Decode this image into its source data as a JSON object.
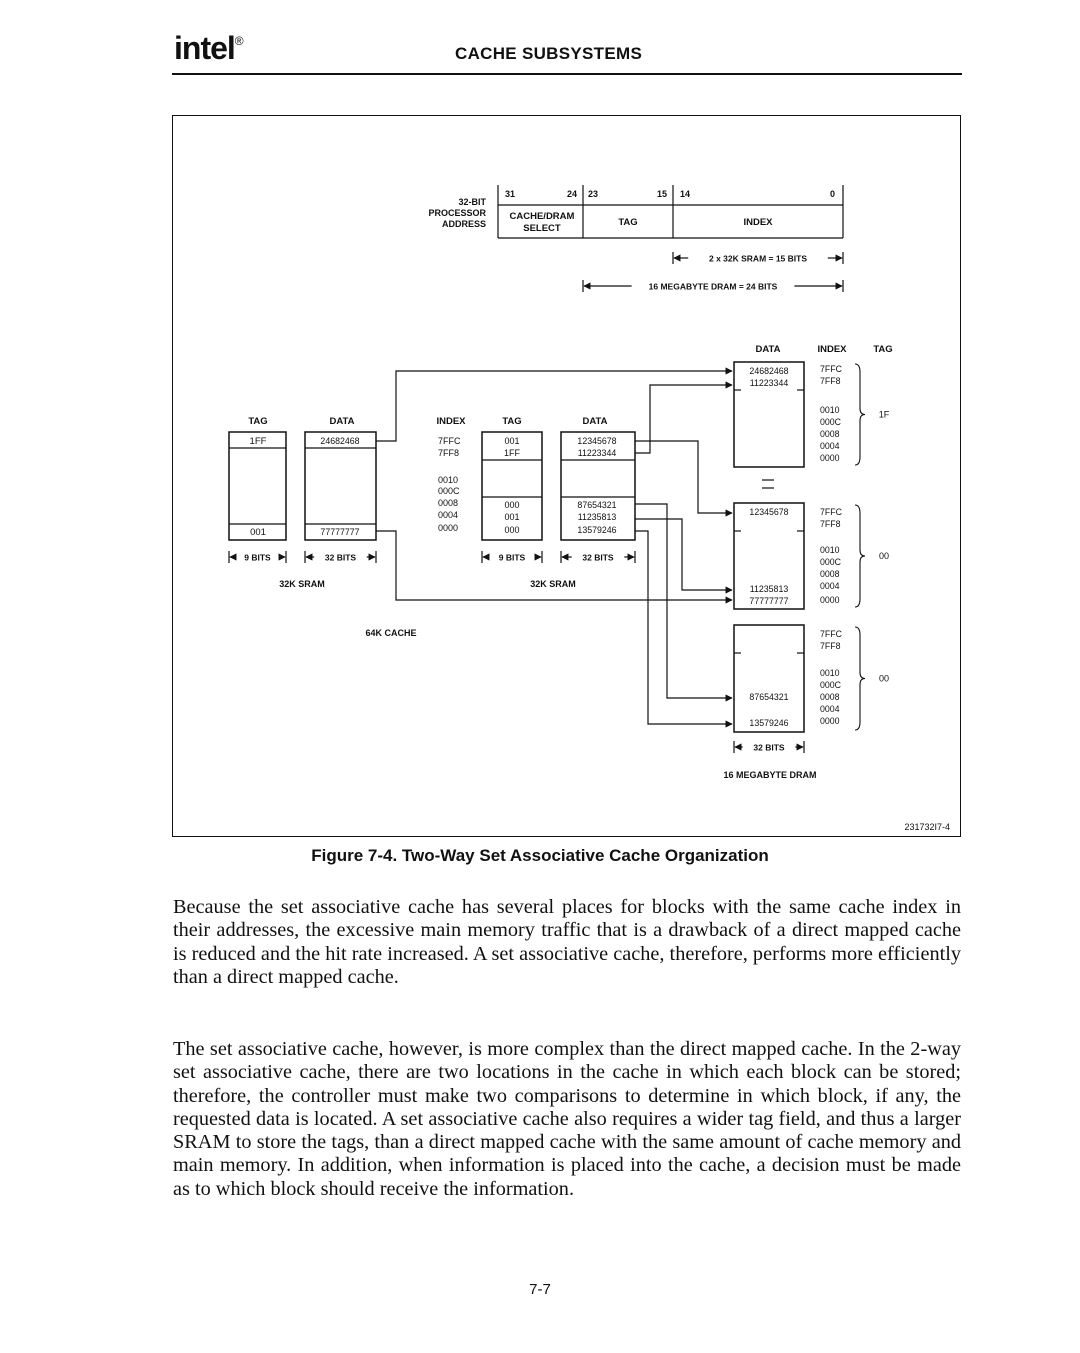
{
  "header": {
    "logo_text": "intel",
    "logo_mark": "®",
    "title": "CACHE SUBSYSTEMS"
  },
  "figure": {
    "caption": "Figure 7-4. Two-Way Set Associative Cache Organization",
    "figure_id": "231732I7-4",
    "address": {
      "label_lines": [
        "32-BIT",
        "PROCESSOR",
        "ADDRESS"
      ],
      "bit_numbers": [
        "31",
        "24",
        "23",
        "15",
        "14",
        "0"
      ],
      "field_select": [
        "CACHE/DRAM",
        "SELECT"
      ],
      "field_tag": "TAG",
      "field_index": "INDEX",
      "sram_span": "2 x 32K SRAM = 15 BITS",
      "dram_span": "16 MEGABYTE DRAM = 24 BITS"
    },
    "cache": {
      "label": "64K CACHE",
      "way1": {
        "tag_header": "TAG",
        "data_header": "DATA",
        "tags": [
          "1FF",
          "001"
        ],
        "data": [
          "24682468",
          "77777777"
        ],
        "tag_bits": "9 BITS",
        "data_bits": "32 BITS",
        "sram_label": "32K SRAM"
      },
      "index_header": "INDEX",
      "indexes": [
        "7FFC",
        "7FF8",
        "0010",
        "000C",
        "0008",
        "0004",
        "0000"
      ],
      "way2": {
        "tag_header": "TAG",
        "data_header": "DATA",
        "tags": [
          "001",
          "1FF",
          "000",
          "001",
          "000"
        ],
        "data": [
          "12345678",
          "11223344",
          "87654321",
          "11235813",
          "13579246"
        ],
        "tag_bits": "9 BITS",
        "data_bits": "32 BITS",
        "sram_label": "32K SRAM"
      }
    },
    "dram": {
      "headers": [
        "DATA",
        "INDEX",
        "TAG"
      ],
      "block1": {
        "data": [
          "24682468",
          "11223344"
        ],
        "indexes": [
          "7FFC",
          "7FF8",
          "0010",
          "000C",
          "0008",
          "0004",
          "0000"
        ],
        "tag": "1F"
      },
      "block2": {
        "data": [
          "12345678",
          "11235813",
          "77777777"
        ],
        "indexes": [
          "7FFC",
          "7FF8",
          "0010",
          "000C",
          "0008",
          "0004",
          "0000"
        ],
        "tag": "00"
      },
      "block3": {
        "data": [
          "87654321",
          "13579246"
        ],
        "indexes": [
          "7FFC",
          "7FF8",
          "0010",
          "000C",
          "0008",
          "0004",
          "0000"
        ],
        "tag": "00"
      },
      "bits": "32 BITS",
      "label": "16 MEGABYTE DRAM"
    }
  },
  "body": {
    "paragraph1": "Because the set associative cache has several places for blocks with the same cache index in their addresses, the excessive main memory traffic that is a drawback of a direct mapped cache is reduced and the hit rate increased. A set associative cache, therefore, performs more efficiently than a direct mapped cache.",
    "paragraph2": "The set associative cache, however, is more complex than the direct mapped cache. In the 2-way set associative cache, there are two locations in the cache in which each block can be stored; therefore, the controller must make two comparisons to determine in which block, if any, the requested data is located. A set associative cache also requires a wider tag field, and thus a larger SRAM to store the tags, than a direct mapped cache with the same amount of cache memory and main memory. In addition, when information is placed into the cache, a decision must be made as to which block should receive the information."
  },
  "footer": {
    "page_number": "7-7"
  }
}
